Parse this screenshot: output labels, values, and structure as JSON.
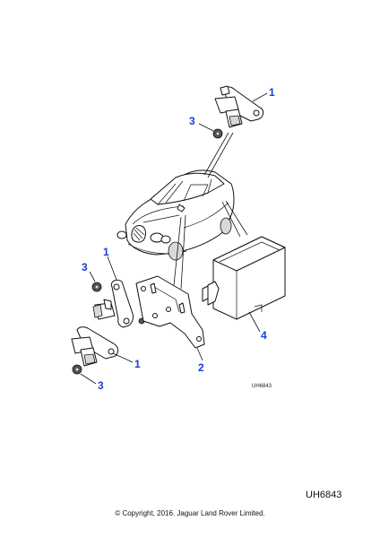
{
  "callouts": [
    {
      "label": "1"
    },
    {
      "label": "3"
    },
    {
      "label": "1"
    },
    {
      "label": "3"
    },
    {
      "label": "1"
    },
    {
      "label": "3"
    },
    {
      "label": "2"
    },
    {
      "label": "4"
    }
  ],
  "drawing_ref_small": "UH6843",
  "drawing_ref_large": "UH6843",
  "copyright": "© Copyright, 2016. Jaguar Land Rover Limited."
}
